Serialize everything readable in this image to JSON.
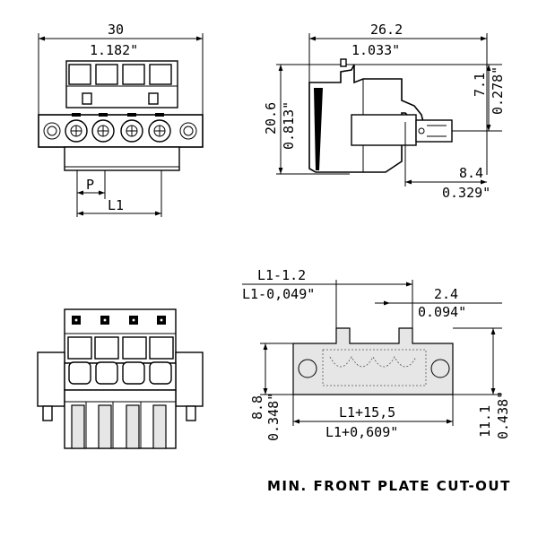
{
  "front_view": {
    "width_mm": "30",
    "width_in": "1.182\"",
    "pitch_label": "P",
    "length_label": "L1"
  },
  "side_view": {
    "length_mm": "26.2",
    "length_in": "1.033\"",
    "height_mm": "20.6",
    "height_in": "0.813\"",
    "top_mm": "7.1",
    "top_in": "0.278\"",
    "offset_mm": "8.4",
    "offset_in": "0.329\""
  },
  "cutout": {
    "width_mm": "L1-1.2",
    "width_in": "L1-0,049\"",
    "tab_mm": "2.4",
    "tab_in": "0.094\"",
    "overall_mm": "L1+15,5",
    "overall_in": "L1+0,609\"",
    "left_h_mm": "8.8",
    "left_h_in": "0.348\"",
    "right_h_mm": "11.1",
    "right_h_in": "0.438\"",
    "caption": "MIN. FRONT PLATE CUT-OUT"
  }
}
